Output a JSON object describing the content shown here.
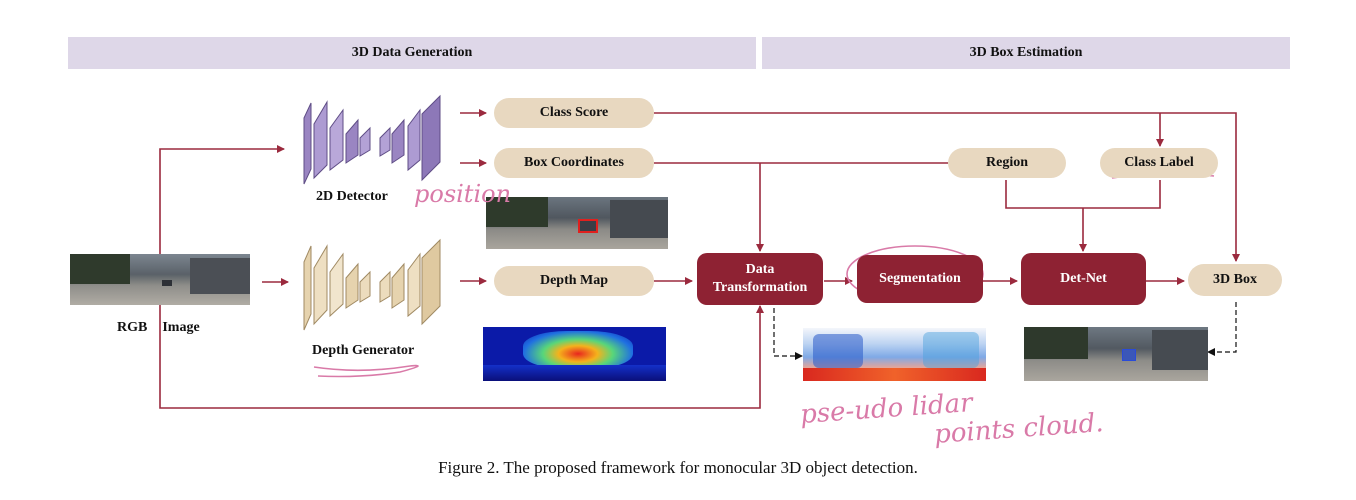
{
  "headers": {
    "left": "3D Data Generation",
    "right": "3D Box Estimation"
  },
  "nodes": {
    "class_score": "Class Score",
    "box_coordinates": "Box Coordinates",
    "depth_map": "Depth Map",
    "region": "Region",
    "class_label": "Class Label",
    "data_transformation_line1": "Data",
    "data_transformation_line2": "Transformation",
    "segmentation": "Segmentation",
    "det_net": "Det-Net",
    "box_3d": "3D Box"
  },
  "labels": {
    "detector_2d": "2D Detector",
    "depth_generator": "Depth Generator",
    "rgb_word": "RGB",
    "image_word": "Image"
  },
  "caption": "Figure 2. The proposed framework for monocular 3D object detection.",
  "annotations": {
    "position": "position",
    "pseudo_lidar": "pse-udo lidar",
    "points_cloud": "points cloud."
  },
  "colors": {
    "header_band": "#ded7e8",
    "pill": "#e8d8c0",
    "process_box": "#8e2233",
    "arrow": "#9b2a3e",
    "detector_net": "#9a85c2",
    "depth_net": "#e6d3ae",
    "handwriting": "#d97aa8"
  }
}
